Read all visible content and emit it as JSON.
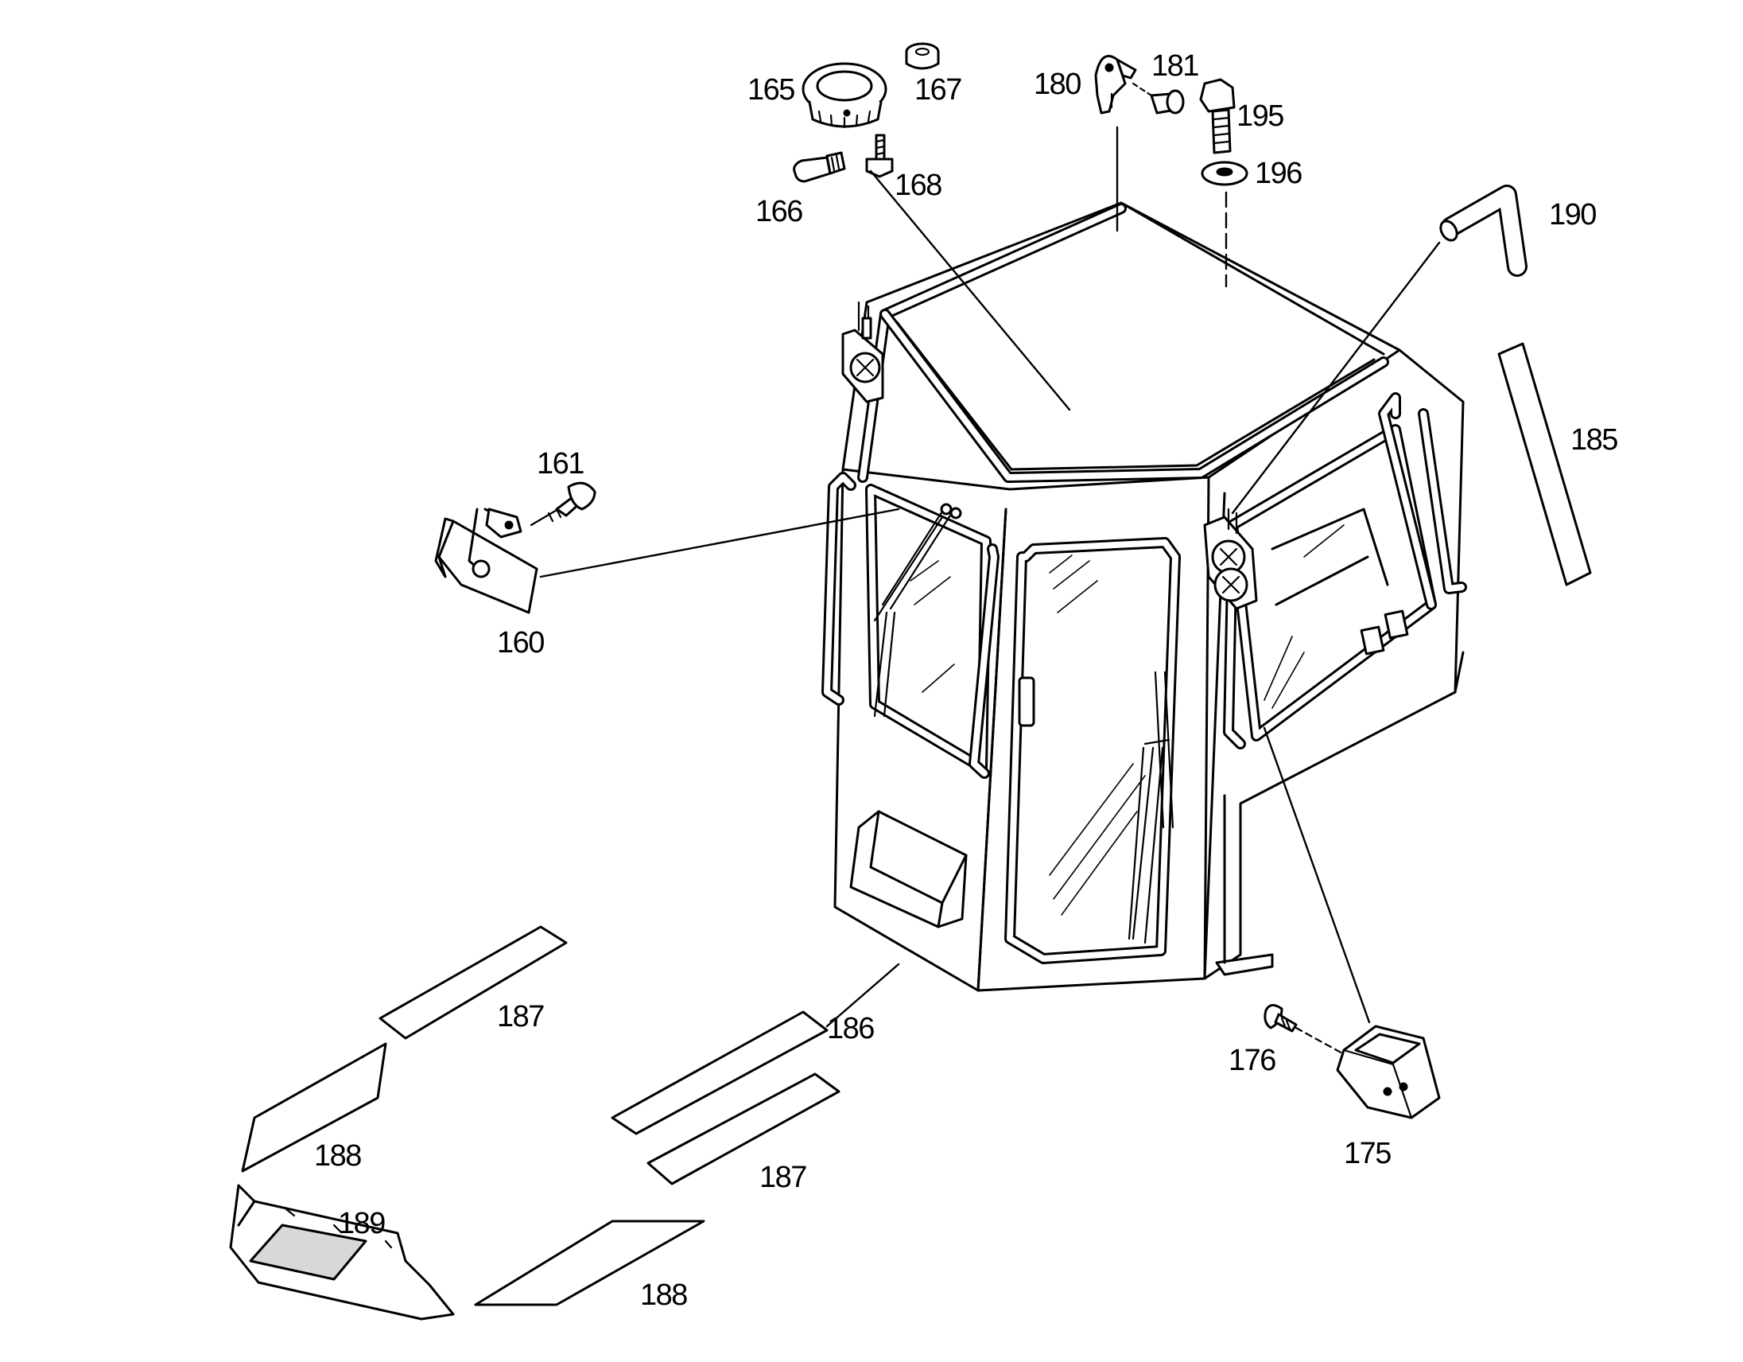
{
  "labels": {
    "p160": "160",
    "p161": "161",
    "p165": "165",
    "p166": "166",
    "p167": "167",
    "p168": "168",
    "p175": "175",
    "p176": "176",
    "p180": "180",
    "p181": "181",
    "p185": "185",
    "p186": "186",
    "p187a": "187",
    "p187b": "187",
    "p188a": "188",
    "p188b": "188",
    "p189": "189",
    "p190": "190",
    "p195": "195",
    "p196": "196"
  }
}
